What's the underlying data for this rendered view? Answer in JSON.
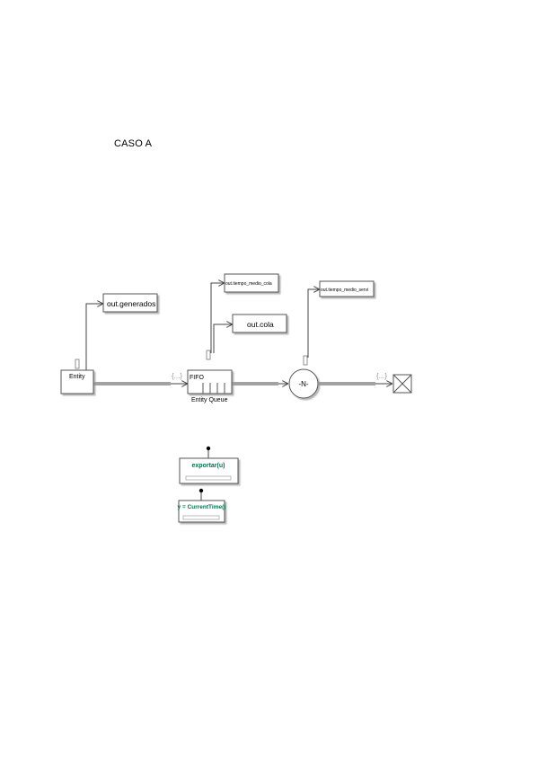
{
  "title": "CASO A",
  "blocks": {
    "entity_generator": {
      "label": "Entity"
    },
    "queue": {
      "label": "Entity Queue",
      "mode": "FIFO"
    },
    "server": {
      "label": "-N-"
    },
    "sink": {
      "label": ""
    },
    "from_goto_left": "{...}",
    "from_goto_right": "{...}"
  },
  "outputs": {
    "generados": "out.generados",
    "tiempo_medio_cola": "out.tiempo_medio_cola",
    "cola": "out.cola",
    "tiempo_medio_servicio": "out.tiempo_medio_servi"
  },
  "functions": {
    "exportar": "exportar(u)",
    "current_time": "y = CurrentTime()"
  },
  "colors": {
    "line": "#444444",
    "block_border": "#555555",
    "function_text": "#0b6e4f"
  }
}
